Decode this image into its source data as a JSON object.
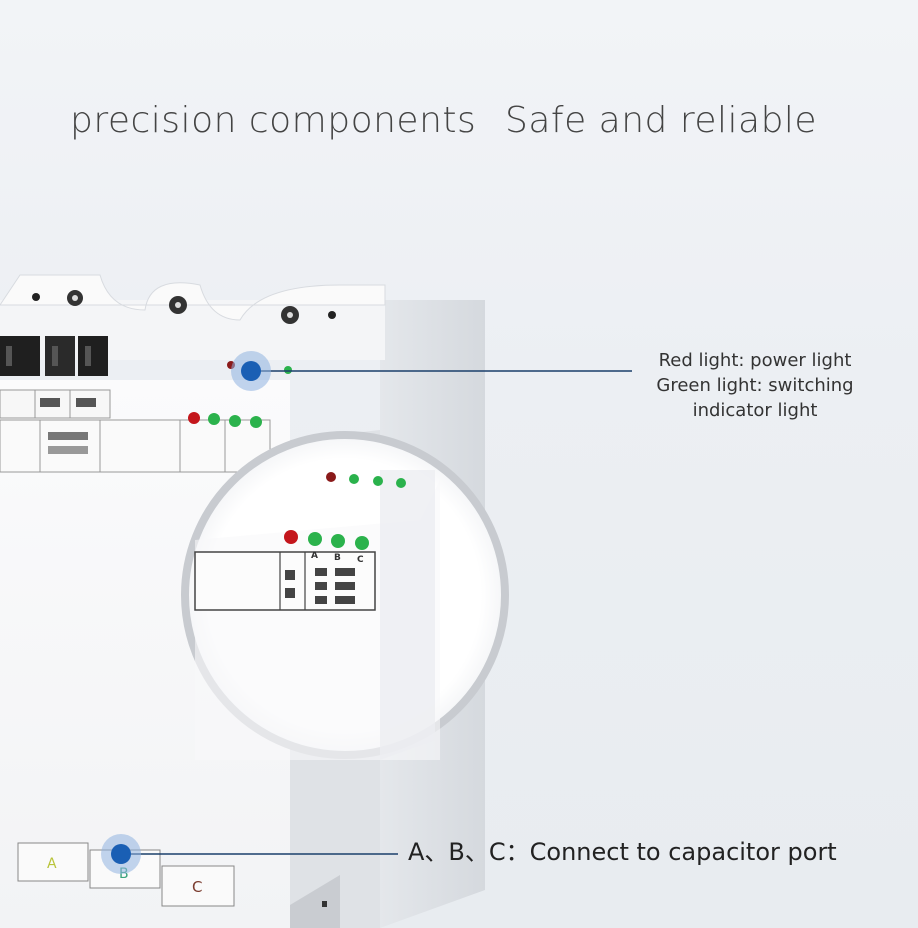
{
  "headline": {
    "left": "precision components",
    "right": "Safe and reliable"
  },
  "callouts": {
    "lights_line1": "Red light: power light",
    "lights_line2": "Green light: switching",
    "lights_line3": "indicator light",
    "port": "A、B、C：Connect to capacitor port"
  },
  "device": {
    "led_labels": [
      "A",
      "B",
      "C"
    ],
    "port_labels": [
      "A",
      "B",
      "C"
    ],
    "colors": {
      "red_led": "#c4161c",
      "green_led": "#2bb24c",
      "marker_blue": "#1a5fb4",
      "body_white": "#f7f8fa"
    }
  }
}
